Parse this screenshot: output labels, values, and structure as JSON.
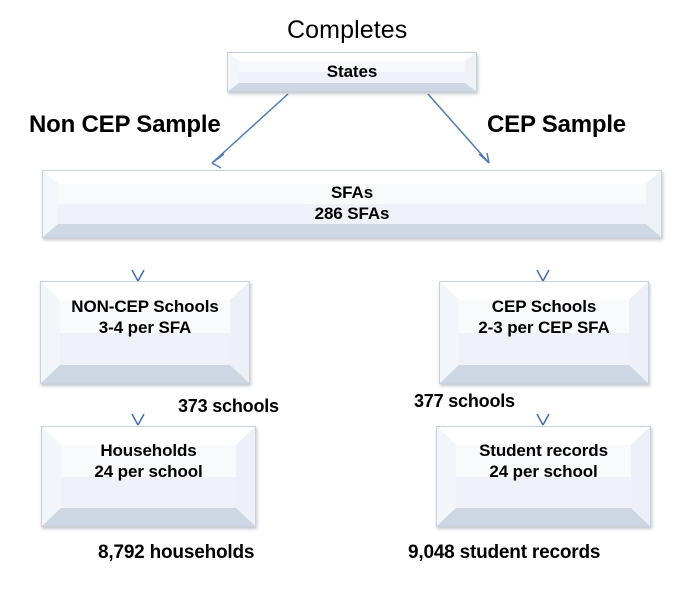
{
  "diagram": {
    "title": "Completes",
    "background_color": "#ffffff",
    "accent_color": "#4472a4",
    "box_face_color": "#e3e9f0",
    "box_highlight_color": "#ffffff",
    "text_color": "#000000",
    "branch_labels": {
      "left": "Non CEP Sample",
      "right": "CEP Sample"
    },
    "nodes": {
      "states": {
        "line1": "States"
      },
      "sfas": {
        "line1": "SFAs",
        "line2": "286 SFAs"
      },
      "non_cep_schools": {
        "line1": "NON-CEP Schools",
        "line2": "3-4 per SFA"
      },
      "cep_schools": {
        "line1": "CEP Schools",
        "line2": "2-3 per CEP SFA"
      },
      "households": {
        "line1": "Households",
        "line2": "24 per school"
      },
      "student_records": {
        "line1": "Student records",
        "line2": "24 per school"
      }
    },
    "annotations": {
      "left_schools": "373 schools",
      "right_schools": "377 schools"
    },
    "totals": {
      "left": "8,792 households",
      "right": "9,048 student records"
    }
  }
}
